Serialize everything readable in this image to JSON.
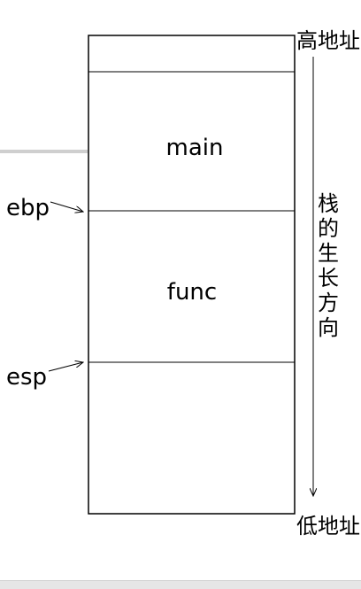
{
  "diagram": {
    "top_label": "高地址",
    "bottom_label": "低地址",
    "frames": {
      "main": "main",
      "func": "func"
    },
    "registers": {
      "ebp": "ebp",
      "esp": "esp"
    },
    "growth_direction": [
      "栈",
      "的",
      "生",
      "长",
      "方",
      "向"
    ]
  }
}
